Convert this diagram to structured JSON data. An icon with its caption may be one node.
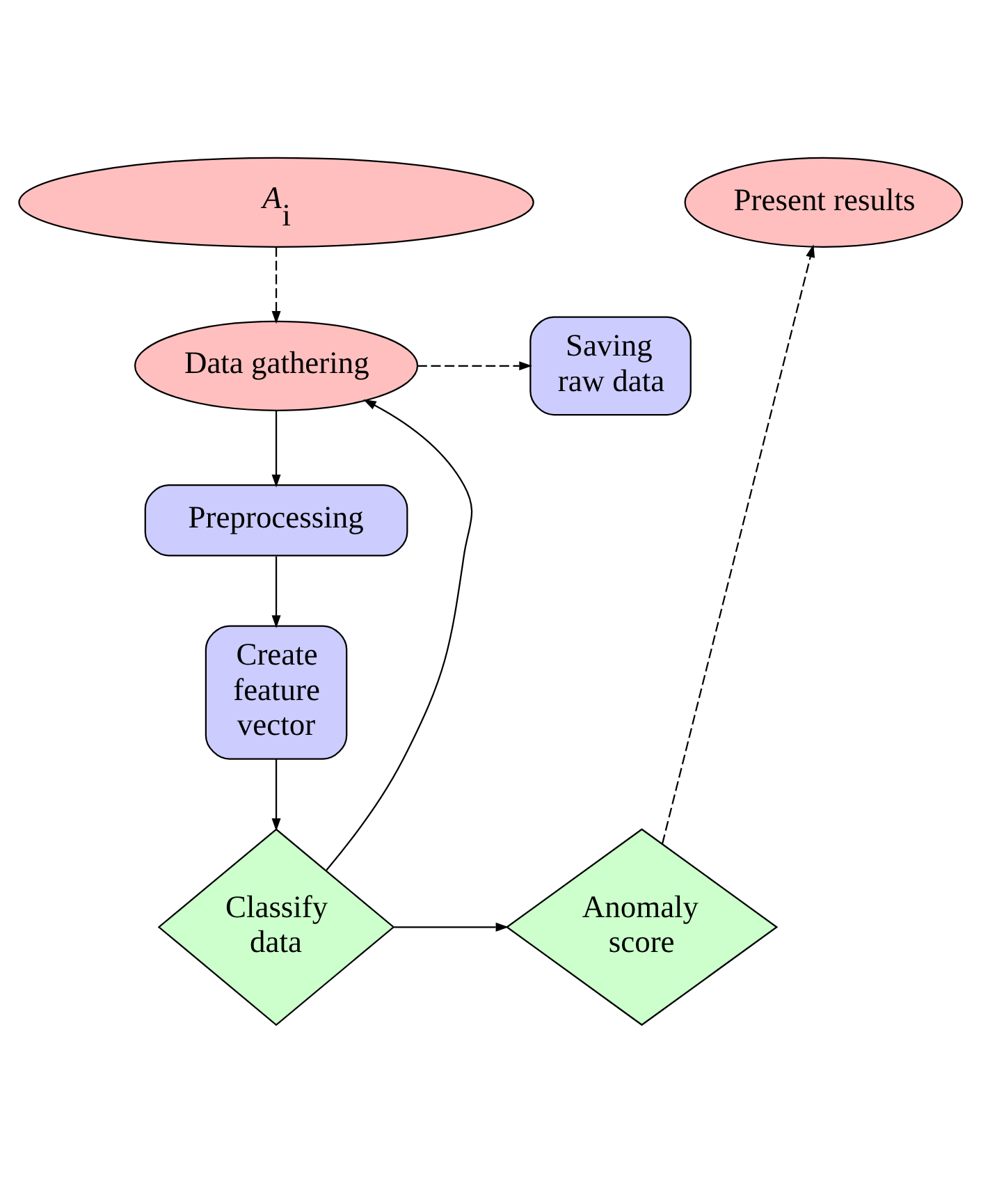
{
  "diagram": {
    "nodes": [
      {
        "text": [
          "*A*$_{i}$"
        ]
      },
      {
        "text": [
          "Data gathering"
        ]
      },
      {
        "text": [
          "Saving raw data"
        ]
      },
      {
        "text": [
          "Preprocessing"
        ]
      },
      {
        "text": [
          "Create feature vector"
        ]
      },
      {
        "text": [
          "Present results"
        ]
      },
      {
        "text": [
          "Classify data"
        ]
      },
      {
        "text": [
          "Anomaly score"
        ]
      }
    ],
    "edges": [
      {
        "from": 0,
        "to": 1,
        "arrow": "to",
        "style": "dashed"
      },
      {
        "from": 1,
        "to": 2,
        "arrow": "to",
        "style": "dashed"
      },
      {
        "from": 1,
        "to": 3,
        "arrow": "to"
      },
      {
        "from": 3,
        "to": 4,
        "arrow": "to"
      },
      {
        "from": 4,
        "to": 6,
        "arrow": "to"
      },
      {
        "from": 6,
        "to": 1,
        "arrow": "to"
      },
      {
        "from": 6,
        "to": 7,
        "arrow": "to"
      },
      {
        "from": 7,
        "to": 5,
        "arrow": "to",
        "style": "dashed"
      }
    ]
  }
}
